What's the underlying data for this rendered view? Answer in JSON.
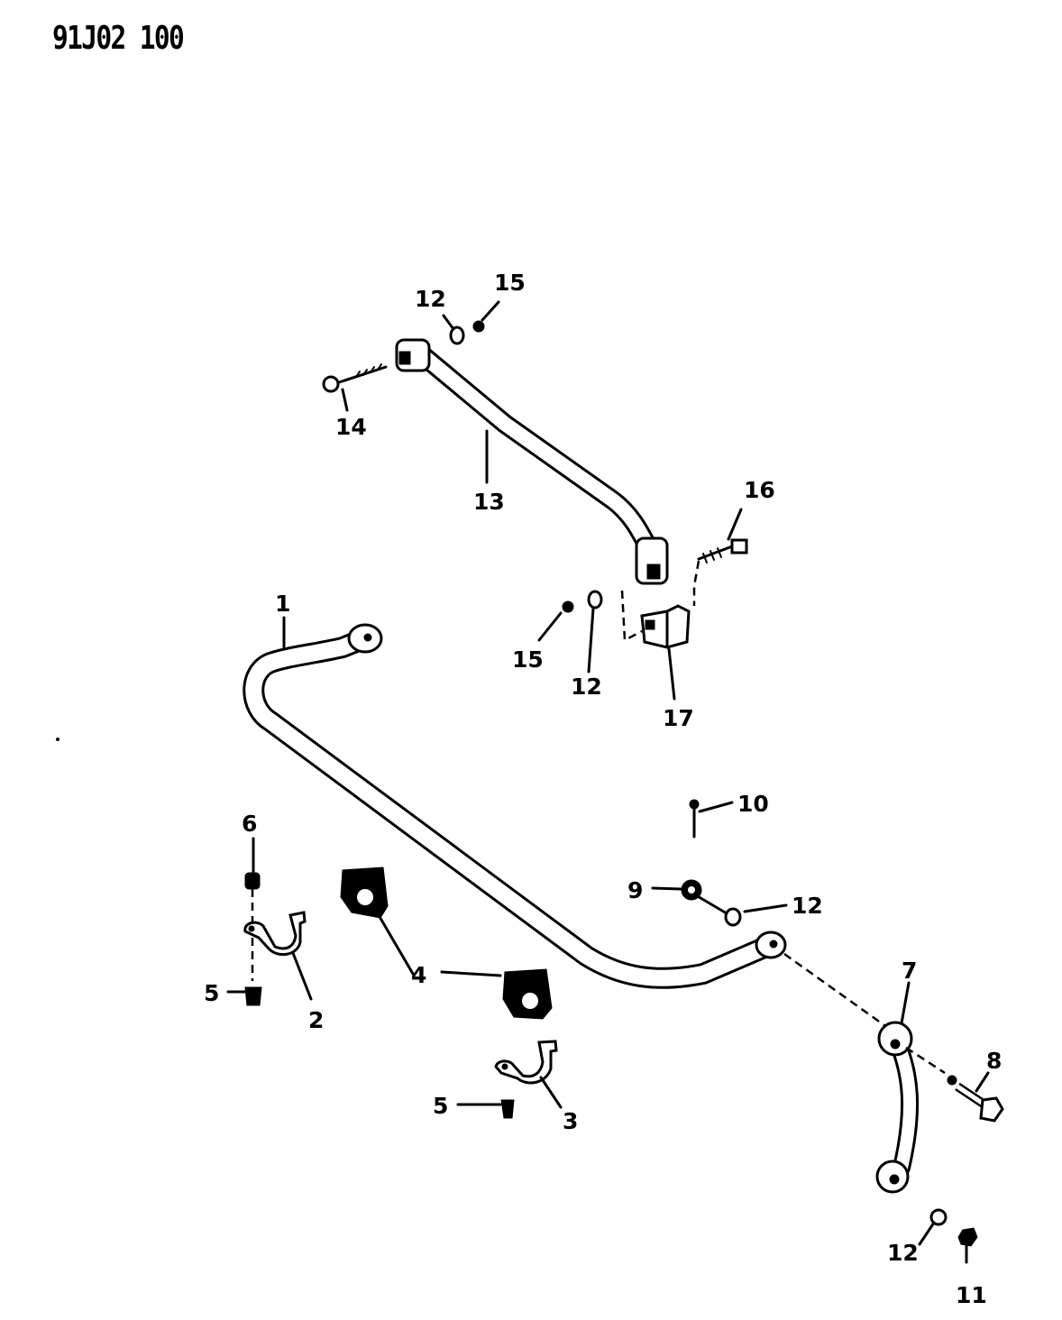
{
  "diagram_code": "91J02 100",
  "callouts": {
    "c1": "1",
    "c2": "2",
    "c3": "3",
    "c4": "4",
    "c5a": "5",
    "c5b": "5",
    "c6": "6",
    "c7": "7",
    "c8": "8",
    "c9": "9",
    "c10": "10",
    "c11": "11",
    "c12a": "12",
    "c12b": "12",
    "c12c": "12",
    "c12d": "12",
    "c13": "13",
    "c14": "14",
    "c15a": "15",
    "c15b": "15",
    "c16": "16",
    "c17": "17"
  }
}
